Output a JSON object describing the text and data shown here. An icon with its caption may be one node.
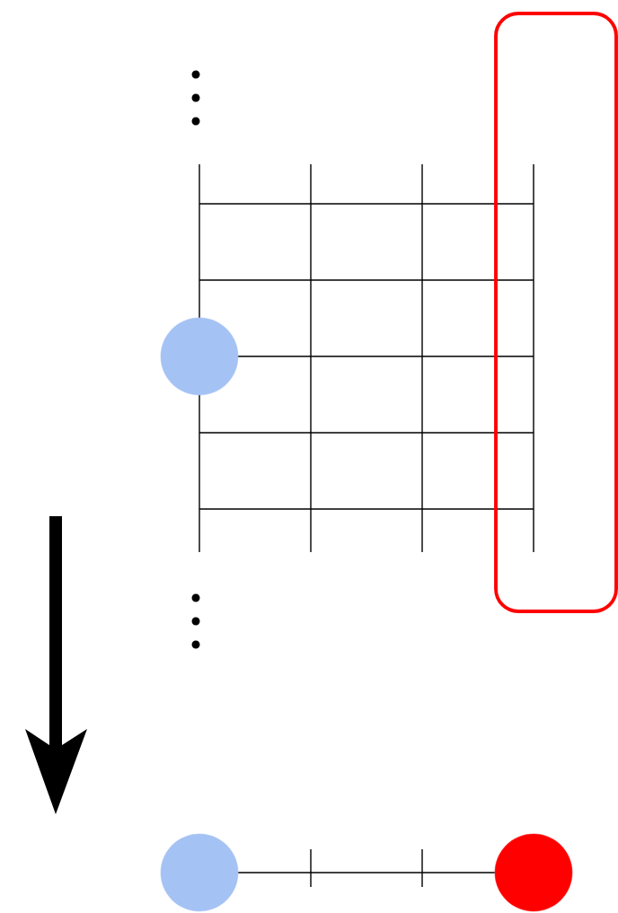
{
  "diagram": {
    "nodes": [
      {
        "text": [],
        "shape": "circle"
      },
      {
        "text": [],
        "shape": "box"
      },
      {
        "text": [],
        "shape": "circle"
      },
      {
        "text": [],
        "shape": "circle"
      }
    ],
    "edges": [
      {
        "from": 2,
        "to": 3,
        "arrow": "none"
      }
    ]
  }
}
